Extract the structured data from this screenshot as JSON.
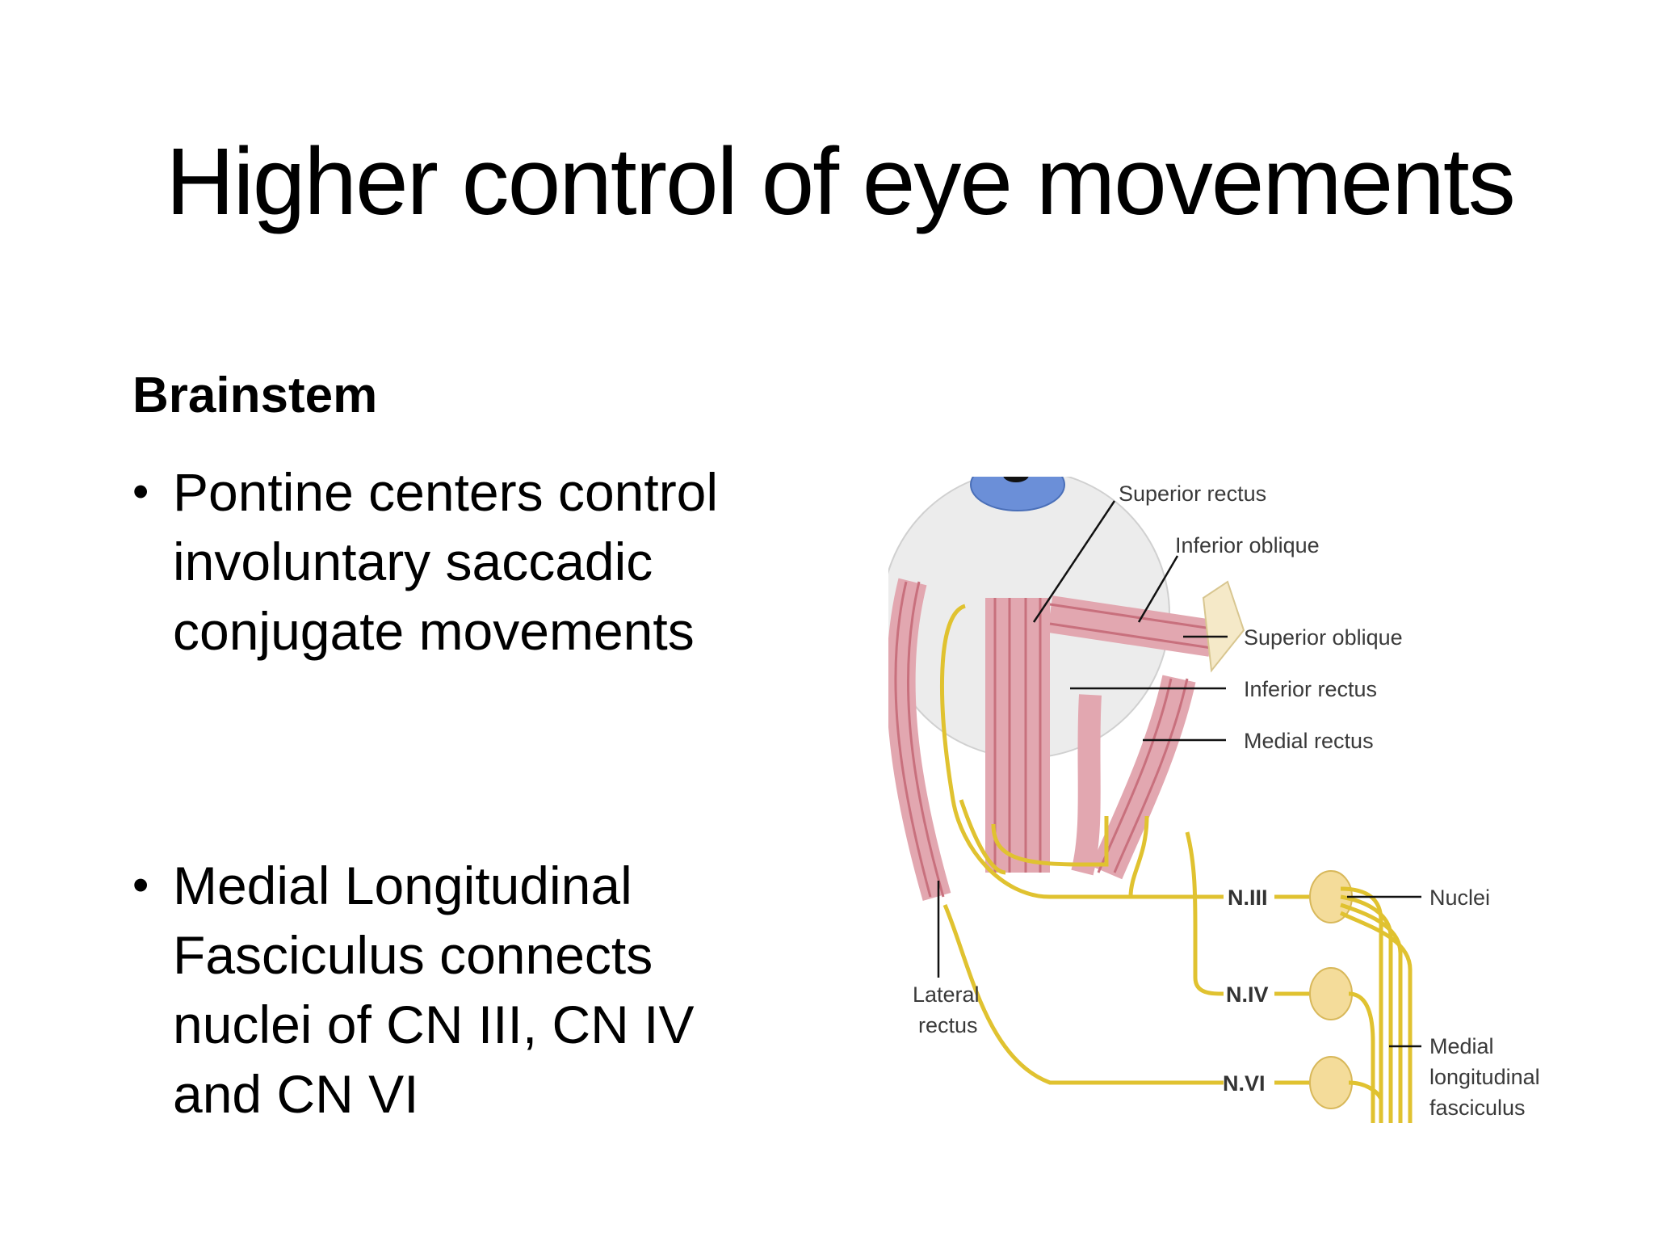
{
  "slide": {
    "title": "Higher control of eye movements",
    "section_heading": "Brainstem",
    "bullets": [
      {
        "marker": "•",
        "text": "Pontine centers control involuntary saccadic conjugate movements"
      },
      {
        "marker": "•",
        "text": "Medial Longitudinal Fasciculus connects nuclei of CN III, CN IV and CN VI"
      }
    ]
  },
  "diagram": {
    "labels": {
      "superior_rectus": "Superior rectus",
      "inferior_oblique": "Inferior oblique",
      "superior_oblique": "Superior oblique",
      "inferior_rectus": "Inferior rectus",
      "medial_rectus": "Medial rectus",
      "lateral_rectus_line1": "Lateral",
      "lateral_rectus_line2": "rectus",
      "nerve_3": "N.III",
      "nerve_4": "N.IV",
      "nerve_6": "N.VI",
      "nuclei": "Nuclei",
      "mlf_line1": "Medial",
      "mlf_line2": "longitudinal",
      "mlf_line3": "fasciculus"
    },
    "colors": {
      "nerve": "#e0c230",
      "nucleus": "#f4dc9a",
      "muscle": "#e2a7b0",
      "iris": "#6b8fd8",
      "eyeball": "#ececec"
    }
  }
}
